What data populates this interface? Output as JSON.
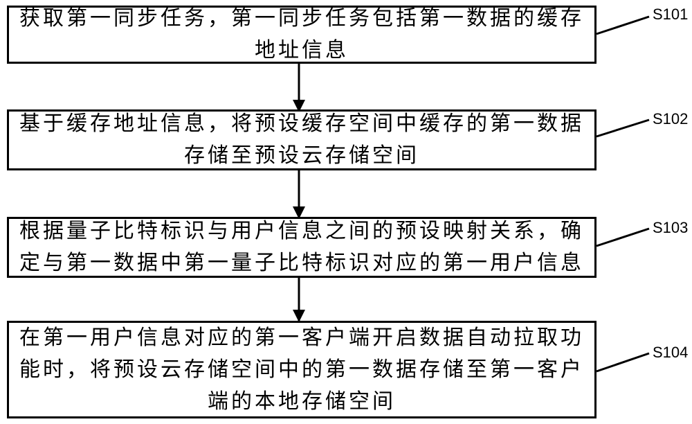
{
  "steps": [
    {
      "id": "S101",
      "text": "获取第一同步任务，第一同步任务包括第一数据的缓存地址信息"
    },
    {
      "id": "S102",
      "text": "基于缓存地址信息，将预设缓存空间中缓存的第一数据存储至预设云存储空间"
    },
    {
      "id": "S103",
      "text": "根据量子比特标识与用户信息之间的预设映射关系，确定与第一数据中第一量子比特标识对应的第一用户信息"
    },
    {
      "id": "S104",
      "text": "在第一用户信息对应的第一客户端开启数据自动拉取功能时，将预设云存储空间中的第一数据存储至第一客户端的本地存储空间"
    }
  ]
}
